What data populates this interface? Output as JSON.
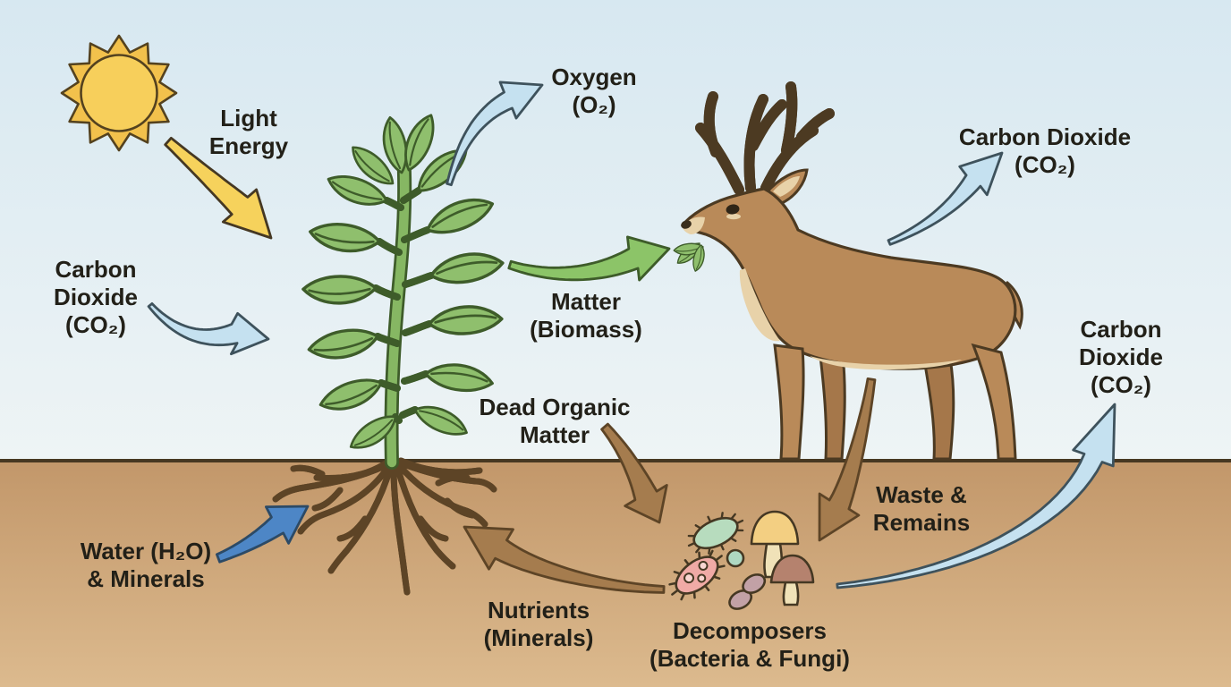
{
  "diagram": {
    "type": "ecosystem-energy-matter-cycle",
    "scene_elements": [
      "sun",
      "plant with roots",
      "deer eating leaves",
      "soil",
      "decomposer microbes and mushrooms"
    ]
  },
  "labels": {
    "light_energy": {
      "lines": [
        "Light",
        "Energy"
      ]
    },
    "oxygen": {
      "lines": [
        "Oxygen",
        "(O₂)"
      ]
    },
    "co2_left": {
      "lines": [
        "Carbon",
        "Dioxide",
        "(CO₂)"
      ]
    },
    "matter_biomass": {
      "lines": [
        "Matter",
        "(Biomass)"
      ]
    },
    "co2_top_right": {
      "lines": [
        "Carbon Dioxide",
        "(CO₂)"
      ]
    },
    "dead_organic": {
      "lines": [
        "Dead Organic",
        "Matter"
      ]
    },
    "waste_remains": {
      "lines": [
        "Waste &",
        "Remains"
      ]
    },
    "water_minerals": {
      "lines": [
        "Water (H₂O)",
        "& Minerals"
      ]
    },
    "nutrients": {
      "lines": [
        "Nutrients",
        "(Minerals)"
      ]
    },
    "decomposers": {
      "lines": [
        "Decomposers",
        "(Bacteria & Fungi)"
      ]
    },
    "co2_right": {
      "lines": [
        "Carbon",
        "Dioxide",
        "(CO₂)"
      ]
    }
  },
  "flows": [
    {
      "from": "Sun",
      "to": "Plant",
      "label": "Light Energy"
    },
    {
      "from": "Atmosphere",
      "to": "Plant",
      "label": "Carbon Dioxide (CO₂)"
    },
    {
      "from": "Plant",
      "to": "Atmosphere",
      "label": "Oxygen (O₂)"
    },
    {
      "from": "Plant",
      "to": "Deer",
      "label": "Matter (Biomass)"
    },
    {
      "from": "Deer",
      "to": "Atmosphere",
      "label": "Carbon Dioxide (CO₂)"
    },
    {
      "from": "Plant",
      "to": "Decomposers",
      "label": "Dead Organic Matter"
    },
    {
      "from": "Deer",
      "to": "Decomposers",
      "label": "Waste & Remains"
    },
    {
      "from": "Decomposers",
      "to": "Plant roots",
      "label": "Nutrients (Minerals)"
    },
    {
      "from": "Soil",
      "to": "Plant roots",
      "label": "Water (H₂O) & Minerals"
    },
    {
      "from": "Decomposers",
      "to": "Atmosphere",
      "label": "Carbon Dioxide (CO₂)"
    }
  ],
  "icons": {
    "sun": "sun-icon",
    "plant": "plant-icon",
    "deer": "deer-icon",
    "bacteria": "bacterium-icon",
    "mushrooms": "mushroom-icon"
  },
  "colors": {
    "sky_top": "#d7e8f1",
    "sky_bottom": "#eef4f5",
    "soil_top": "#c2976a",
    "soil_bottom": "#dcba8e",
    "soil_line": "#473822",
    "sun_core": "#f7cf5b",
    "sun_rays": "#f2c14c",
    "ink": "#453823",
    "ink_cool": "#3e525c",
    "plant_green": "#8fbf6d",
    "plant_dark": "#3e5c2a",
    "stem_green": "#86b763",
    "root_tan": "#dcc094",
    "root_dark": "#5d4426",
    "arrow_lightblue": "#c5e1f0",
    "arrow_blue": "#4d86c6",
    "arrow_blue_ink": "#2c4a66",
    "arrow_green": "#8cc468",
    "arrow_yellow": "#f6d25c",
    "arrow_brown": "#a57c4e",
    "deer_body": "#b98a59",
    "deer_dark": "#4c3a22",
    "deer_light": "#e8d2a9",
    "deer_far": "#a5774a",
    "antler": "#c9a878",
    "nose": "#3a2e1c",
    "bact_green": "#b7dcbe",
    "bact_pink": "#f0aaa6",
    "bact_small": "#aed8c2",
    "bact_purple": "#c2a1a6",
    "mush_yellow_cap": "#f3cf82",
    "mush_cream": "#f0e2b8",
    "mush_brown_cap": "#b5826e",
    "text": "#222018"
  }
}
